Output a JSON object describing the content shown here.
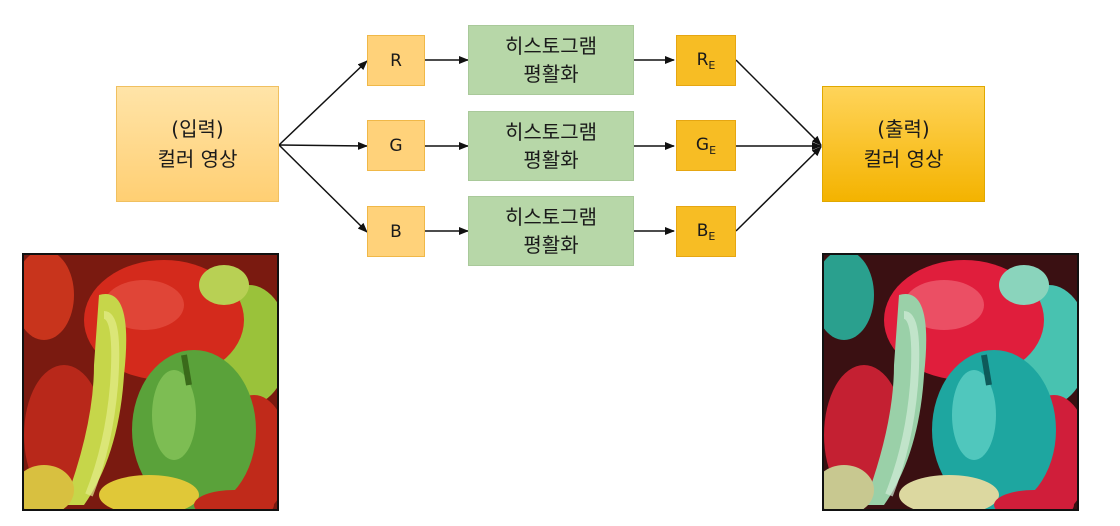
{
  "input": {
    "line1": "(입력)",
    "line2": "컬러 영상"
  },
  "output": {
    "line1": "(출력)",
    "line2": "컬러 영상"
  },
  "channels": [
    {
      "label": "R",
      "process_line1": "히스토그램",
      "process_line2": "평활화",
      "result_base": "R",
      "result_sub": "E"
    },
    {
      "label": "G",
      "process_line1": "히스토그램",
      "process_line2": "평활화",
      "result_base": "G",
      "result_sub": "E"
    },
    {
      "label": "B",
      "process_line1": "히스토그램",
      "process_line2": "평활화",
      "result_base": "B",
      "result_sub": "E"
    }
  ],
  "images": {
    "input": {
      "subject": "peppers",
      "tint": "original"
    },
    "output": {
      "subject": "peppers",
      "tint": "equalized (cyan shifted)"
    }
  },
  "colors": {
    "input_box": "#ffd98a",
    "output_box": "#f5b800",
    "channel_box": "#ffd27a",
    "process_box": "#b7d7a8",
    "result_box": "#f7bd24",
    "arrow": "#111111"
  }
}
